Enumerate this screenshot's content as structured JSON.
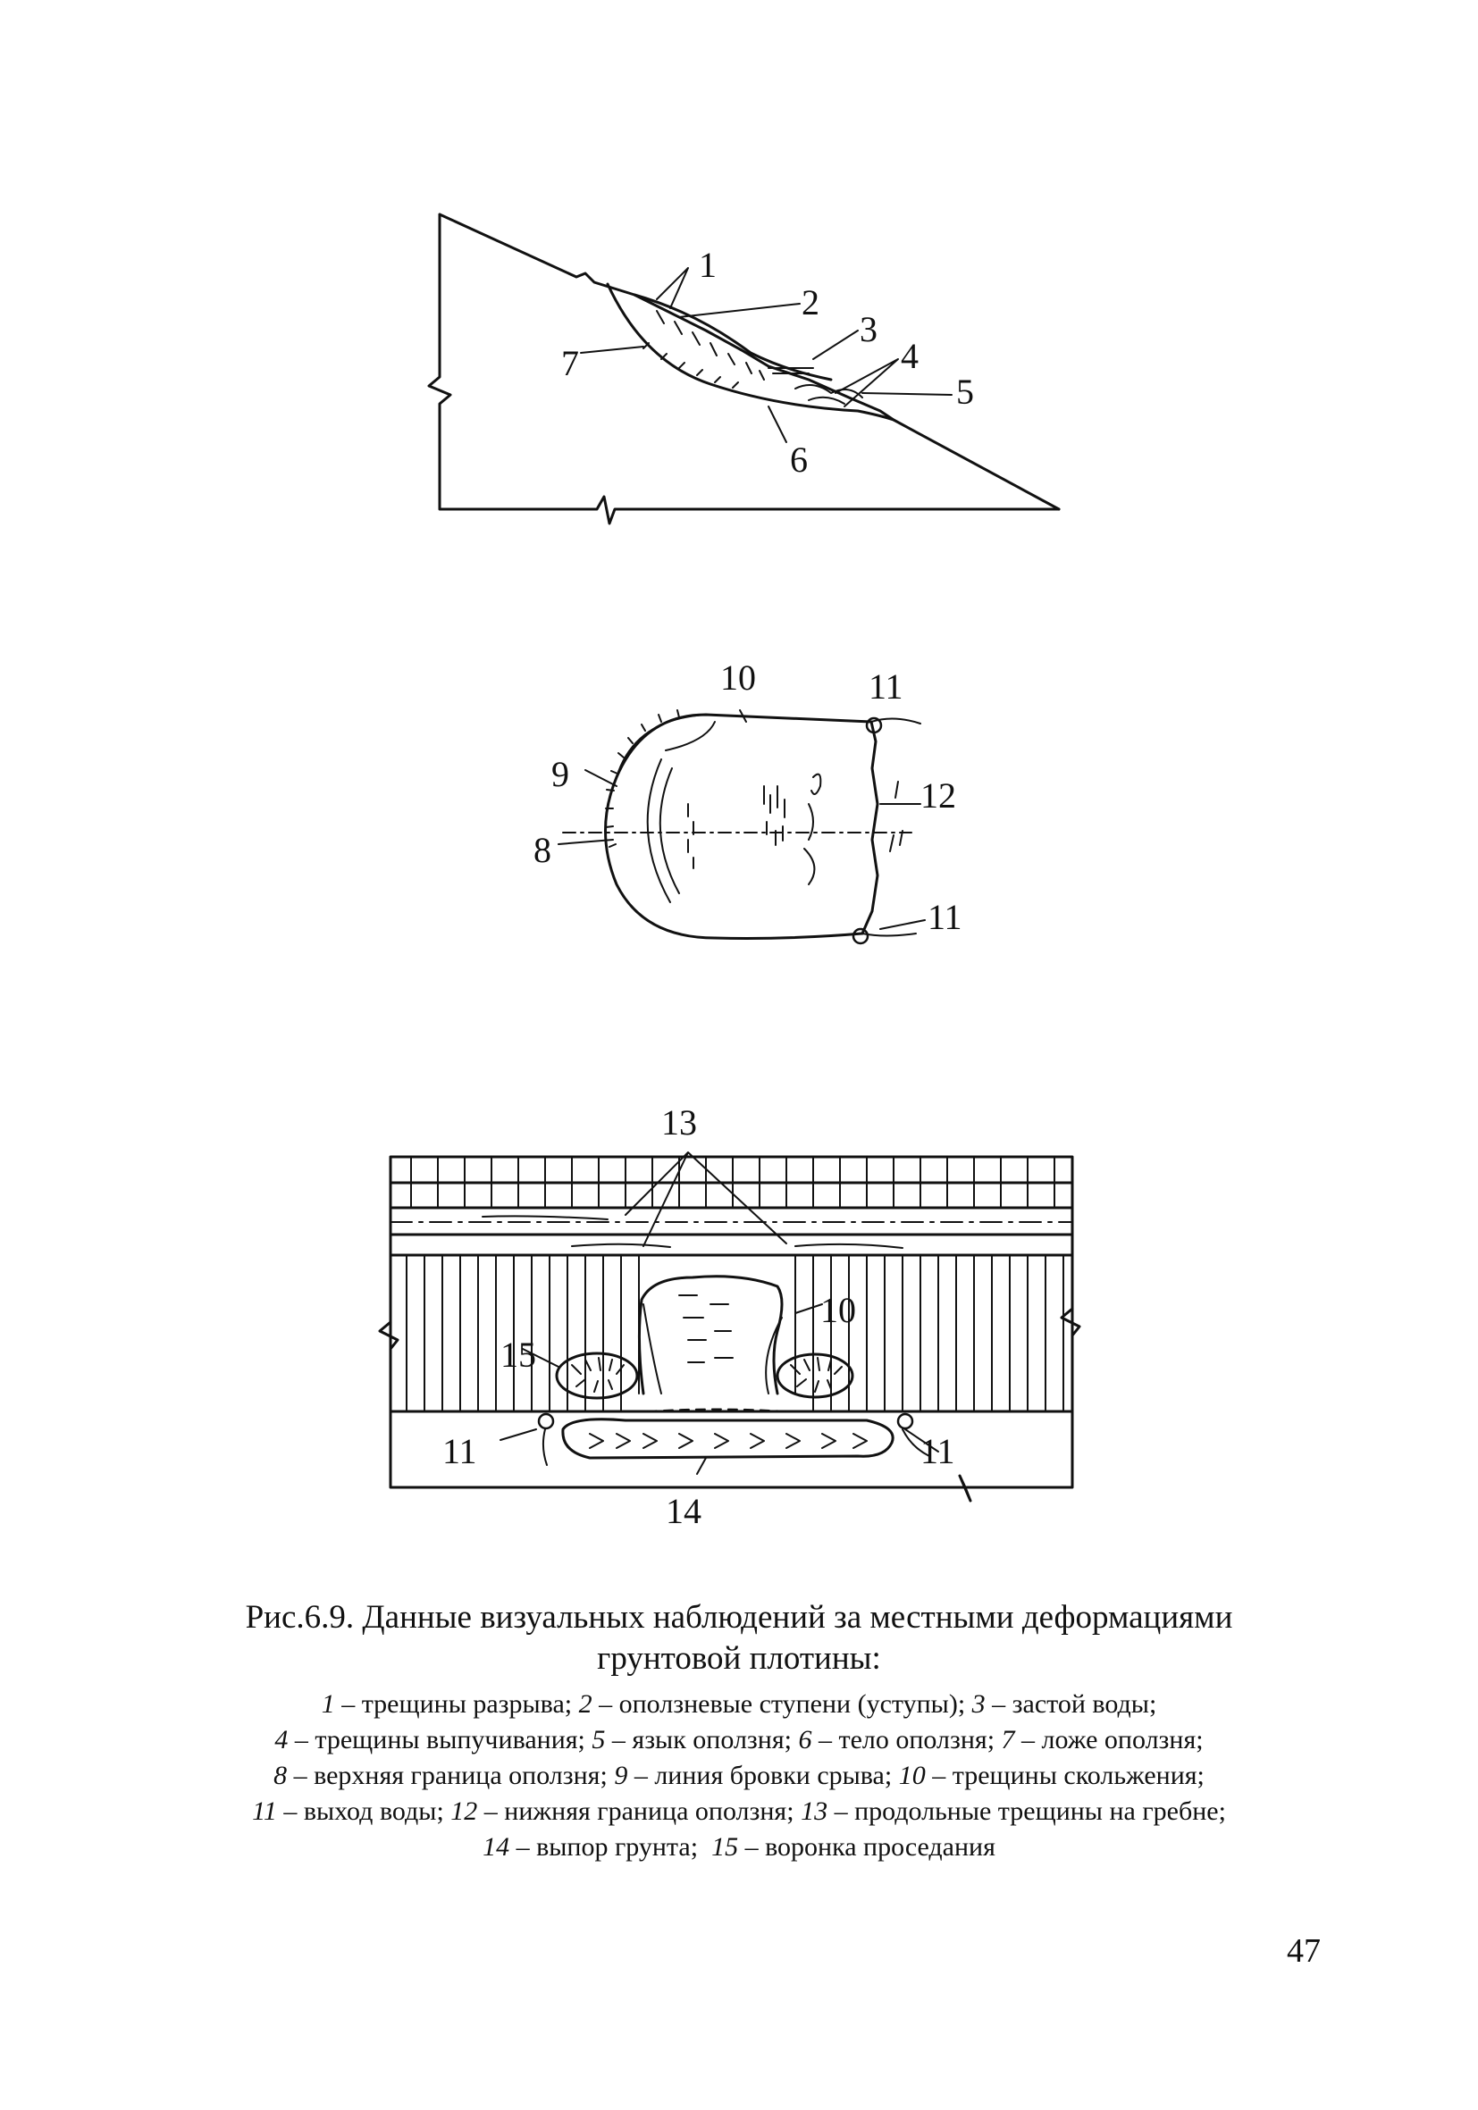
{
  "figure": {
    "side_view": {
      "labels": [
        "1",
        "2",
        "3",
        "4",
        "5",
        "6",
        "7"
      ]
    },
    "plan_view": {
      "labels": [
        "10",
        "11",
        "9",
        "12",
        "8",
        "11"
      ]
    },
    "crest_view": {
      "labels": [
        "13",
        "10",
        "15",
        "11",
        "11",
        "14"
      ]
    }
  },
  "caption": {
    "title_line1": "Рис.6.9. Данные визуальных наблюдений за местными деформациями",
    "title_line2": "грунтовой плотины:",
    "legend": [
      [
        {
          "n": "1",
          "t": " – трещины разрыва; "
        },
        {
          "n": "2",
          "t": " – оползневые ступени (уступы); "
        },
        {
          "n": "3",
          "t": " – застой воды;"
        }
      ],
      [
        {
          "n": "4",
          "t": " – трещины выпучивания; "
        },
        {
          "n": "5",
          "t": " – язык оползня; "
        },
        {
          "n": "6",
          "t": " – тело оползня; "
        },
        {
          "n": "7",
          "t": " – ложе оползня;"
        }
      ],
      [
        {
          "n": "8",
          "t": " – верхняя граница оползня; "
        },
        {
          "n": "9",
          "t": " – линия бровки срыва; "
        },
        {
          "n": "10",
          "t": " – трещины скольжения;"
        }
      ],
      [
        {
          "n": "11",
          "t": " – выход воды; "
        },
        {
          "n": "12",
          "t": " – нижняя граница оползня; "
        },
        {
          "n": "13",
          "t": " – продольные трещины на гребне;"
        }
      ],
      [
        {
          "n": "14",
          "t": " – выпор грунта;  "
        },
        {
          "n": "15",
          "t": " – воронка проседания"
        }
      ]
    ]
  },
  "page_number": "47"
}
